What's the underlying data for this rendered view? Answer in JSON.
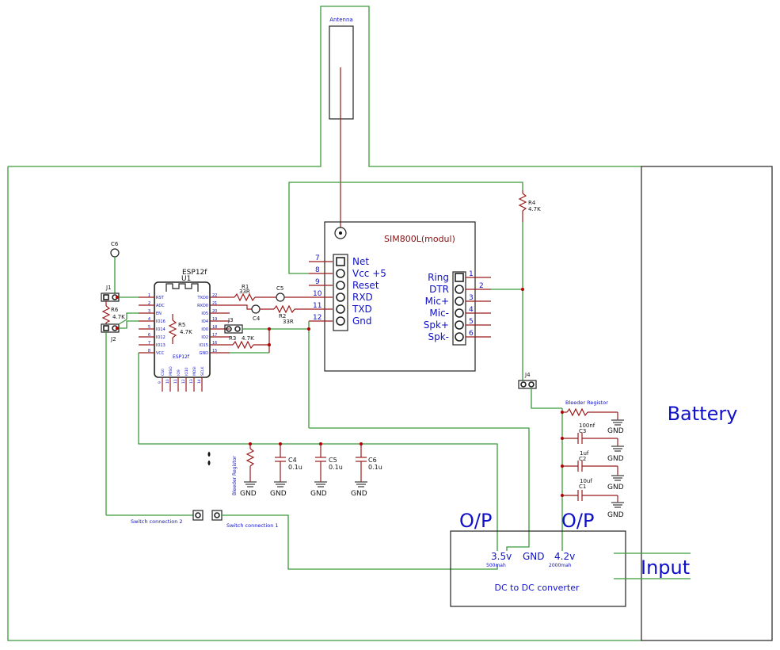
{
  "labels": {
    "antenna": "Antenna",
    "esp_name": "ESP12f",
    "esp_ref": "U1",
    "esp_sub": "ESP12f",
    "sim_title": "SIM800L(modul)",
    "battery": "Battery",
    "input": "Input",
    "op1": "O/P",
    "op2": "O/P",
    "dcdc": "DC to DC converter",
    "v35": "3.5v",
    "mah500": "500mah",
    "gnd": "GND",
    "v42": "4.2v",
    "mah2000": "2000mah",
    "bleeder_top": "Bleeder Registor",
    "bleeder_left": "Bleeder Registor",
    "sw1": "Switch connection 1",
    "sw2": "Switch connection 2"
  },
  "refs": {
    "c6": "C6",
    "j1": "J1",
    "j2": "J2",
    "j3": "J3",
    "j4": "J4",
    "r1": "R1",
    "r1v": "33R",
    "r2": "R2",
    "r2v": "33R",
    "r3": "R3",
    "r3v": "4.7K",
    "r4": "R4",
    "r4v": "4.7K",
    "r5": "R5",
    "r5v": "4.7K",
    "r6": "R6",
    "r6v": "4.7K",
    "c5": "C5",
    "c4": "C4",
    "c4b": "C4",
    "c4bv": "0.1u",
    "c5b": "C5",
    "c5bv": "0.1u",
    "c6b": "C6",
    "c6bv": "0.1u",
    "c3": "C3",
    "c3v": "100nf",
    "c2": "C2",
    "c2v": "1uf",
    "c1": "C1",
    "c1v": "10uf"
  },
  "esp_left_pins": [
    {
      "num": "1",
      "name": "RST"
    },
    {
      "num": "2",
      "name": "ADC"
    },
    {
      "num": "3",
      "name": "EN"
    },
    {
      "num": "4",
      "name": "IO16"
    },
    {
      "num": "5",
      "name": "IO14"
    },
    {
      "num": "6",
      "name": "IO12"
    },
    {
      "num": "7",
      "name": "IO13"
    },
    {
      "num": "8",
      "name": "VCC"
    }
  ],
  "esp_right_pins": [
    {
      "num": "22",
      "name": "TXD0"
    },
    {
      "num": "21",
      "name": "RXD0"
    },
    {
      "num": "20",
      "name": "IO5"
    },
    {
      "num": "19",
      "name": "IO4"
    },
    {
      "num": "18",
      "name": "IO0"
    },
    {
      "num": "17",
      "name": "IO2"
    },
    {
      "num": "16",
      "name": "IO15"
    },
    {
      "num": "15",
      "name": "GND"
    }
  ],
  "esp_bottom_pins": [
    {
      "num": "9",
      "name": "CS0"
    },
    {
      "num": "10",
      "name": "MISO"
    },
    {
      "num": "11",
      "name": "IO9"
    },
    {
      "num": "12",
      "name": "IO10"
    },
    {
      "num": "13",
      "name": "MOSI"
    },
    {
      "num": "14",
      "name": "SCLK"
    }
  ],
  "sim_left_pins": [
    {
      "num": "7",
      "name": "Net"
    },
    {
      "num": "8",
      "name": "Vcc +5"
    },
    {
      "num": "9",
      "name": "Reset"
    },
    {
      "num": "10",
      "name": "RXD"
    },
    {
      "num": "11",
      "name": "TXD"
    },
    {
      "num": "12",
      "name": "Gnd"
    }
  ],
  "sim_right_pins": [
    {
      "num": "1",
      "name": "Ring"
    },
    {
      "num": "2",
      "name": "DTR"
    },
    {
      "num": "3",
      "name": "Mic+"
    },
    {
      "num": "4",
      "name": "Mic-"
    },
    {
      "num": "5",
      "name": "Spk+"
    },
    {
      "num": "6",
      "name": "Spk-"
    }
  ],
  "gnd_labels": {
    "g1": "GND",
    "g2": "GND",
    "g3": "GND",
    "g4": "GND",
    "g5": "GND",
    "g6": "GND",
    "g7": "GND",
    "g8": "GND"
  }
}
